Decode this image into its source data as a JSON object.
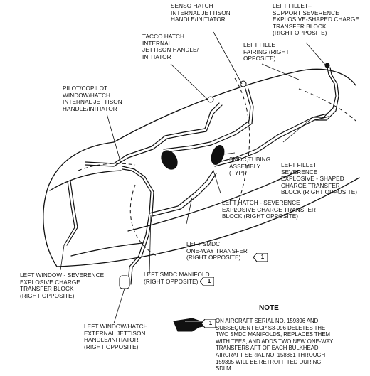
{
  "labels": {
    "senso_hatch": [
      "SENSO HATCH",
      "INTERNAL JETTISON",
      "HANDLE/INITIATOR"
    ],
    "left_fillet_support": [
      "LEFT FILLET–",
      "SUPPORT SEVERENCE",
      "EXPLOSIVE-SHAPED CHARGE",
      "TRANSFER BLOCK",
      "(RIGHT OPPOSITE)"
    ],
    "tacco_hatch": [
      "TACCO HATCH",
      "INTERNAL",
      "JETTISON HANDLE/",
      "INITIATOR"
    ],
    "left_fillet_fairing": [
      "LEFT FILLET",
      "FAIRING (RIGHT",
      "OPPOSITE)"
    ],
    "pilot_copilot": [
      "PILOT/COPILOT",
      "WINDOW/HATCH",
      "INTERNAL JETTISON",
      "HANDLE/INITIATOR"
    ],
    "smdc_tubing": [
      "SMDC TUBING",
      "ASSEMBLY",
      "(TYP)"
    ],
    "left_fillet_severence": [
      "LEFT FILLET",
      "SEVERENCE",
      "EXPLOSIVE - SHAPED",
      "CHARGE TRANSFER",
      "BLOCK (RIGHT OPPOSITE)"
    ],
    "left_hatch": [
      "LEFT HATCH - SEVERENCE",
      "EXPLOSIVE CHARGE TRANSFER",
      "BLOCK (RIGHT OPPOSITE)"
    ],
    "left_smdc_oneway": [
      "LEFT SMDC",
      "ONE-WAY TRANSFER",
      "(RIGHT OPPOSITE)"
    ],
    "left_window": [
      "LEFT WINDOW - SEVERENCE",
      "EXPLOSIVE CHARGE",
      "TRANSFER BLOCK",
      "(RIGHT OPPOSITE)"
    ],
    "left_smdc_manifold": [
      "LEFT SMDC MANIFOLD",
      "(RIGHT OPPOSITE)"
    ],
    "left_window_hatch_external": [
      "LEFT WINDOW/HATCH",
      "EXTERNAL JETTISON",
      "HANDLE/INITIATOR",
      "(RIGHT OPPOSITE)"
    ]
  },
  "badge_number": "1",
  "note": {
    "title": "NOTE",
    "lines": [
      "ON AIRCRAFT SERIAL NO. 159396 AND",
      "SUBSEQUENT ECP S3-096 DELETES THE",
      "TWO SMDC MANIFOLDS, REPLACES THEM",
      "WITH TEES, AND ADDS TWO NEW ONE-WAY",
      "TRANSFERS AFT OF EACH BULKHEAD.",
      "AIRCRAFT SERIAL NO. 158861 THROUGH",
      "159395 WILL BE RETROFITTED DURING",
      "SDLM."
    ]
  }
}
